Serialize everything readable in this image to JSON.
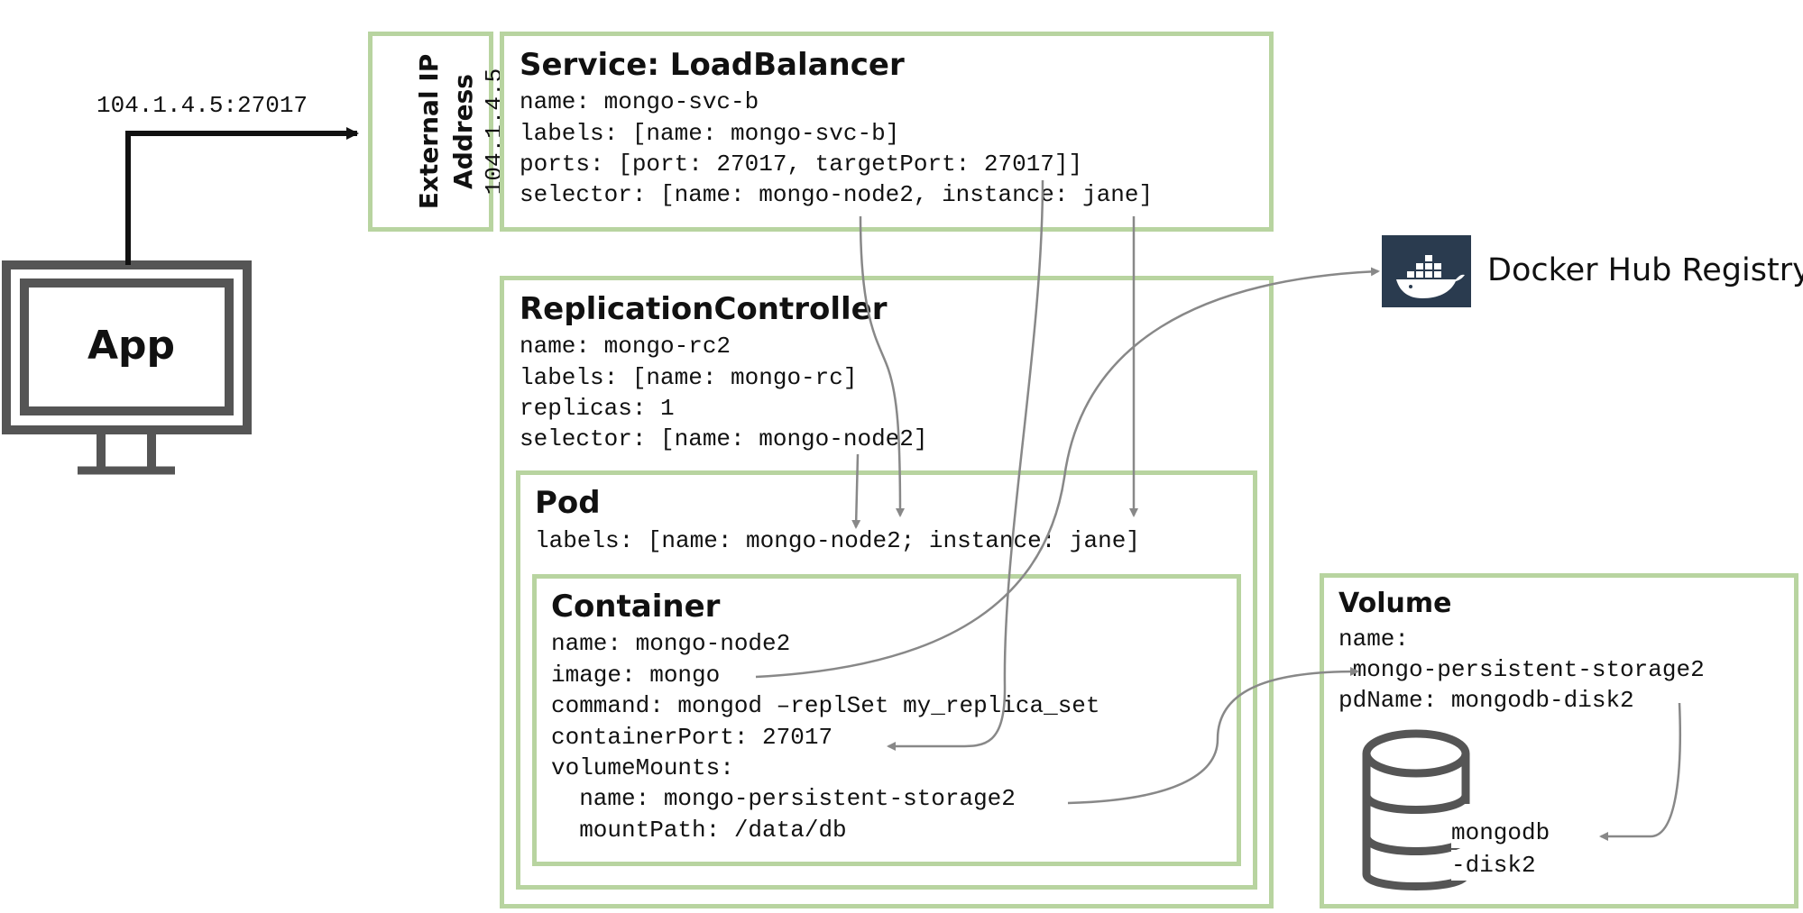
{
  "app": {
    "label": "App"
  },
  "connection": {
    "endpoint": "104.1.4.5:27017"
  },
  "external_ip": {
    "title_line1": "External IP",
    "title_line2": "Address",
    "address": "104.1.4.5"
  },
  "service": {
    "title": "Service: LoadBalancer",
    "lines": [
      "name: mongo-svc-b",
      "labels: [name: mongo-svc-b]",
      "ports: [port: 27017, targetPort: 27017]]",
      "selector: [name: mongo-node2, instance: jane]"
    ]
  },
  "replication_controller": {
    "title": "ReplicationController",
    "lines": [
      "name: mongo-rc2",
      "labels: [name: mongo-rc]",
      "replicas: 1",
      "selector: [name: mongo-node2]"
    ]
  },
  "pod": {
    "title": "Pod",
    "lines": [
      "labels: [name: mongo-node2; instance: jane]"
    ]
  },
  "container": {
    "title": "Container",
    "lines": [
      "name: mongo-node2",
      "image: mongo",
      "command: mongod –replSet my_replica_set",
      "containerPort: 27017",
      "volumeMounts:",
      "  name: mongo-persistent-storage2",
      "  mountPath: /data/db"
    ]
  },
  "registry": {
    "label": "Docker Hub Registry",
    "icon": "docker-whale-icon",
    "icon_bg": "#2a3b4f"
  },
  "volume": {
    "title": "Volume",
    "lines": [
      "name:",
      " mongo-persistent-storage2",
      "pdName: mongodb-disk2"
    ]
  },
  "disk": {
    "label_line1": "mongodb",
    "label_line2": "-disk2",
    "icon": "database-cylinder-icon"
  },
  "colors": {
    "box_border": "#b8d4a0",
    "arrow": "#888888",
    "monitor": "#555555",
    "app_arrow": "#111111"
  }
}
